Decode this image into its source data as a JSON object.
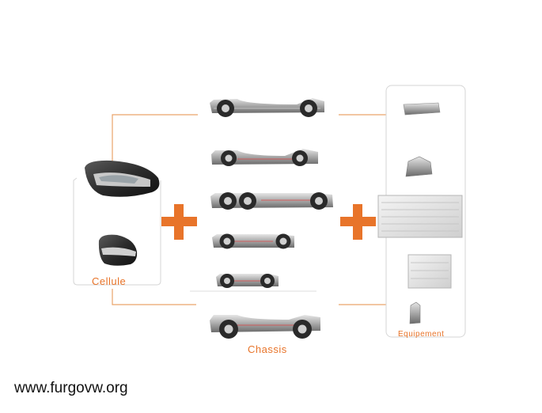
{
  "labels": {
    "cellule": "Cellule",
    "chassis": "Chassis",
    "equipement": "Equipement"
  },
  "watermark": "www.furgovw.org",
  "colors": {
    "accent": "#e8742a",
    "connector": "#e9a46a",
    "frame": "#d6d6d6",
    "body": "#8a8a8a",
    "wheel": "#2a2a2a"
  }
}
